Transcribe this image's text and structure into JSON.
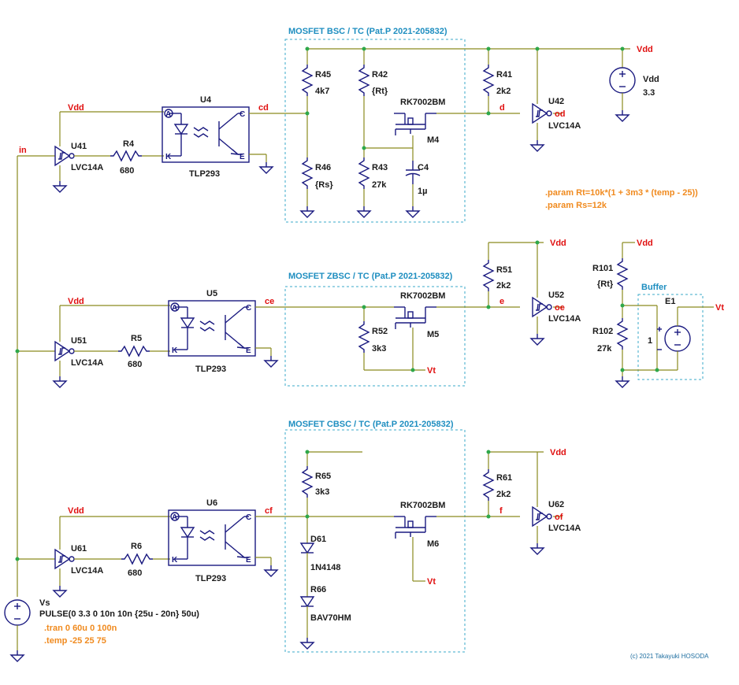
{
  "blocks": {
    "bsc": "MOSFET BSC / TC (Pat.P 2021-205832)",
    "zbsc": "MOSFET ZBSC / TC  (Pat.P 2021-205832)",
    "cbsc": "MOSFET CBSC / TC  (Pat.P 2021-205832)",
    "buffer": "Buffer"
  },
  "nets": {
    "vdd": "Vdd",
    "in": "in",
    "cd": "cd",
    "d": "d",
    "od": "od",
    "ce": "ce",
    "e": "e",
    "oe": "oe",
    "cf": "cf",
    "f": "f",
    "of": "of",
    "vt": "Vt"
  },
  "parts": {
    "U41": {
      "ref": "U41",
      "value": "LVC14A"
    },
    "U42": {
      "ref": "U42",
      "value": "LVC14A"
    },
    "U51": {
      "ref": "U51",
      "value": "LVC14A"
    },
    "U52": {
      "ref": "U52",
      "value": "LVC14A"
    },
    "U61": {
      "ref": "U61",
      "value": "LVC14A"
    },
    "U62": {
      "ref": "U62",
      "value": "LVC14A"
    },
    "R4": {
      "ref": "R4",
      "value": "680"
    },
    "R5": {
      "ref": "R5",
      "value": "680"
    },
    "R6": {
      "ref": "R6",
      "value": "680"
    },
    "U4": {
      "ref": "U4",
      "value": "TLP293"
    },
    "U5": {
      "ref": "U5",
      "value": "TLP293"
    },
    "U6": {
      "ref": "U6",
      "value": "TLP293"
    },
    "R45": {
      "ref": "R45",
      "value": "4k7"
    },
    "R42": {
      "ref": "R42",
      "value": "{Rt}"
    },
    "R41": {
      "ref": "R41",
      "value": "2k2"
    },
    "R46": {
      "ref": "R46",
      "value": "{Rs}"
    },
    "R43": {
      "ref": "R43",
      "value": "27k"
    },
    "C4": {
      "ref": "C4",
      "value": "1µ"
    },
    "M4": {
      "ref": "M4",
      "value": "RK7002BM"
    },
    "Vdd": {
      "ref": "Vdd",
      "value": "3.3"
    },
    "R51": {
      "ref": "R51",
      "value": "2k2"
    },
    "R52": {
      "ref": "R52",
      "value": "3k3"
    },
    "M5": {
      "ref": "M5",
      "value": "RK7002BM"
    },
    "R101": {
      "ref": "R101",
      "value": "{Rt}"
    },
    "R102": {
      "ref": "R102",
      "value": "27k"
    },
    "E1": {
      "ref": "E1",
      "value": "1"
    },
    "R65": {
      "ref": "R65",
      "value": "3k3"
    },
    "R61": {
      "ref": "R61",
      "value": "2k2"
    },
    "M6": {
      "ref": "M6",
      "value": "RK7002BM"
    },
    "D61": {
      "ref": "D61",
      "value": "1N4148"
    },
    "R66": {
      "ref": "R66",
      "value": "BAV70HM"
    },
    "Vs": {
      "ref": "Vs",
      "value": "PULSE(0 3.3 0 10n 10n {25u - 20n} 50u)"
    }
  },
  "pins": {
    "A": "A",
    "K": "K",
    "C": "C",
    "E": "E"
  },
  "directives": {
    "param_rt": ".param Rt=10k*(1 + 3m3 * (temp - 25))",
    "param_rs": ".param Rs=12k",
    "tran": ".tran 0 60u 0 100n",
    "temp": ".temp -25 25 75"
  },
  "copyright": "(c) 2021 Takayuki HOSODA",
  "colors": {
    "wire": "#8a8a1e",
    "component": "#1a1a80",
    "net_label": "#e01010",
    "block_title": "#1e8ec0",
    "directive": "#f08a1e",
    "junction": "#2ea84a"
  }
}
